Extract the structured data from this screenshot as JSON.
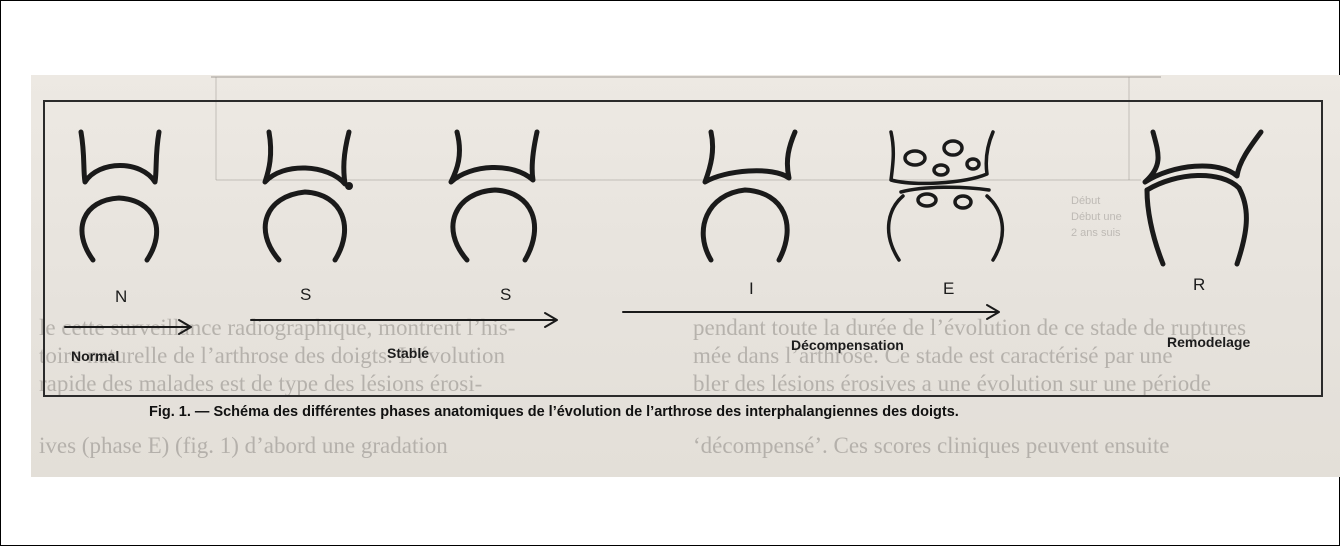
{
  "figure": {
    "caption": "Fig. 1. — Schéma des différentes phases anatomiques de l’évolution de l’arthrose des interphalangiennes des doigts.",
    "stage_letters": [
      "N",
      "S",
      "S",
      "I",
      "E",
      "R"
    ],
    "phase_labels": {
      "normal": "Normal",
      "stable": "Stable",
      "decompensation": "Décompensation",
      "remodelage": "Remodelage"
    }
  },
  "background_text": {
    "left_col": [
      "le cette surveillance radiographique, montrent l’his-",
      "toire naturelle de l’arthrose des doigts. L’évolution",
      "rapide des malades est de type des lésions érosi-",
      "ives (phase E) (fig. 1) d’abord une gradation"
    ],
    "right_col": [
      "pendant toute la durée de l’évolution de ce stade de ruptures",
      "mée dans l’arthrose. Ce stade est caractérisé par une",
      "bler des lésions érosives a une évolution sur une période",
      "‘décompensé’. Ces scores cliniques peuvent ensuite"
    ],
    "table_rows": [
      "Début",
      "Début une",
      "2 ans suis"
    ]
  }
}
